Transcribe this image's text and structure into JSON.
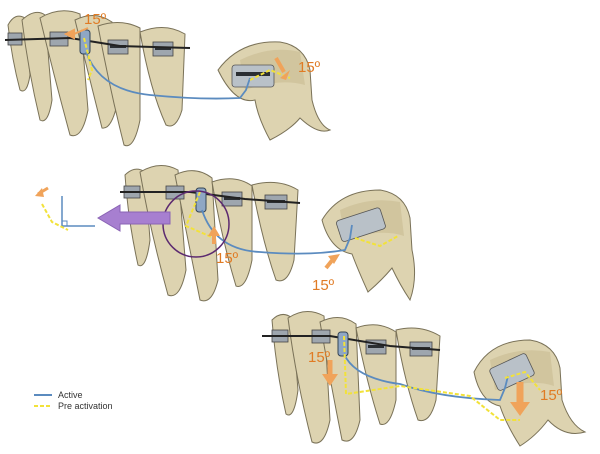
{
  "panels": [
    {
      "angle_top": "15º",
      "angle_bottom": "15º"
    },
    {
      "angle_top": "15º",
      "angle_bottom": "15º"
    },
    {
      "angle_top": "15º",
      "angle_bottom": "15º"
    }
  ],
  "legend": {
    "active_label": "Active",
    "pre_label": "Pre activation",
    "active_color": "#5b8bbf",
    "pre_color": "#f2e23a"
  },
  "colors": {
    "arrow_orange": "#f0a35a",
    "arrow_purple": "#a77fd0",
    "circle": "#5c2a70",
    "archwire": "#222222",
    "blue_wire": "#5b8bbf",
    "yellow_wire": "#f2e23a"
  }
}
